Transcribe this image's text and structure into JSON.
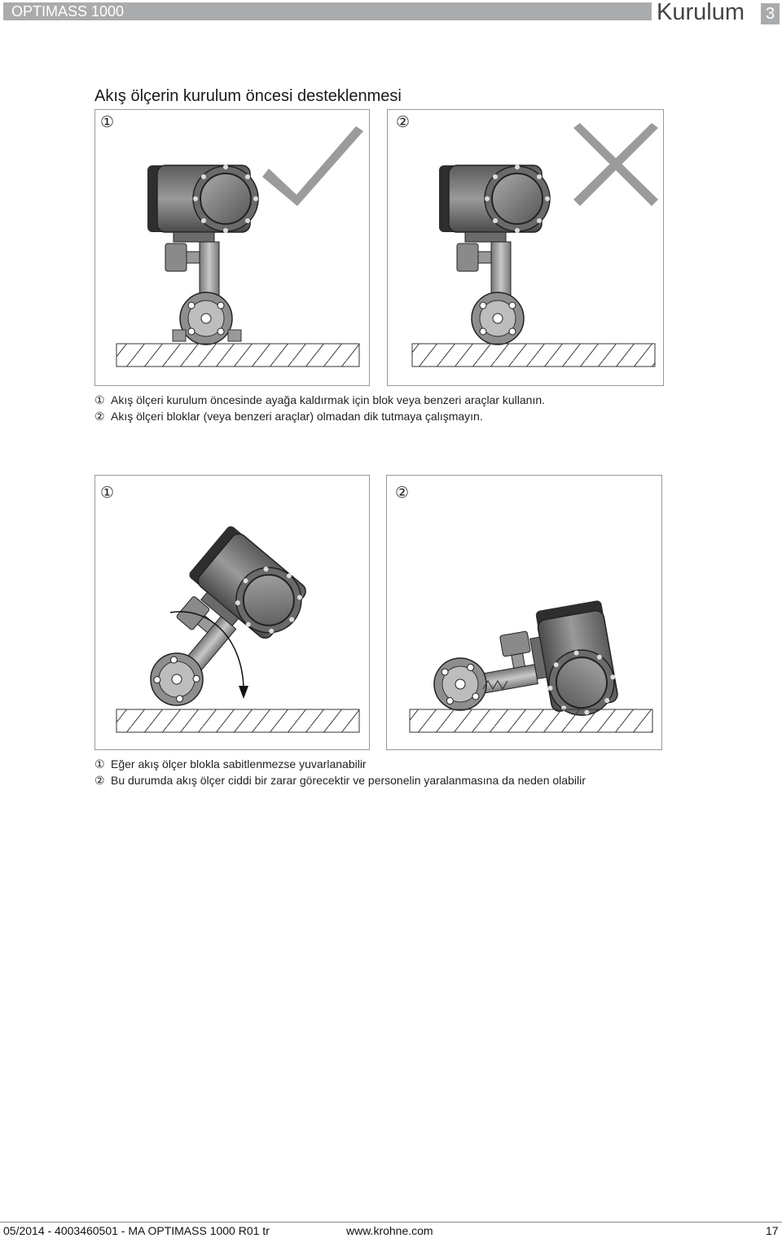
{
  "header": {
    "product": "OPTIMASS 1000",
    "section_title": "Kurulum",
    "section_number": "3"
  },
  "section_title": "Akış ölçerin kurulum öncesi desteklenmesi",
  "figure1": {
    "markers": [
      "①",
      "②"
    ],
    "icons": [
      "checkmark-icon",
      "cross-icon"
    ],
    "captions": [
      {
        "num": "①",
        "text": "Akış ölçeri kurulum öncesinde ayağa kaldırmak için blok veya benzeri araçlar kullanın."
      },
      {
        "num": "②",
        "text": "Akış ölçeri bloklar (veya benzeri araçlar) olmadan dik tutmaya çalışmayın."
      }
    ]
  },
  "figure2": {
    "markers": [
      "①",
      "②"
    ],
    "captions": [
      {
        "num": "①",
        "text": "Eğer akış ölçer blokla sabitlenmezse yuvarlanabilir"
      },
      {
        "num": "②",
        "text": "Bu durumda akış ölçer ciddi bir zarar görecektir ve personelin yaralanmasına da neden olabilir"
      }
    ]
  },
  "colors": {
    "header_bar": "#a9abad",
    "meter_dark": "#3a3a3a",
    "meter_mid": "#8a8a8a",
    "check_gray": "#9b9b9b"
  },
  "footer": {
    "left": "05/2014 - 4003460501 - MA OPTIMASS 1000 R01 tr",
    "center": "www.krohne.com",
    "page": "17"
  }
}
